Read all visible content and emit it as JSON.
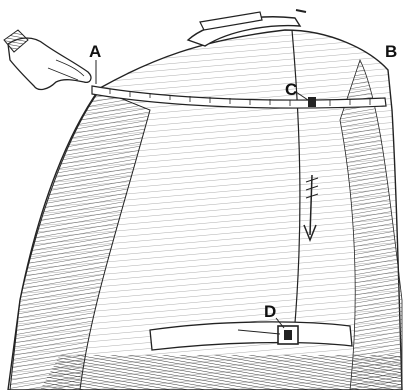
{
  "labels": {
    "a": "A",
    "b": "B",
    "c": "C",
    "d": "D"
  },
  "colors": {
    "ink": "#111111",
    "paper": "#ffffff",
    "shade": "#6d6d6d"
  }
}
